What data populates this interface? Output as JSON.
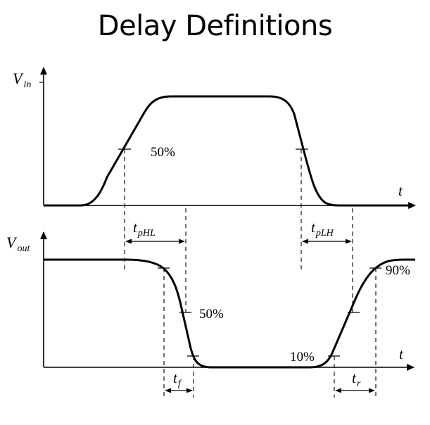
{
  "slide": {
    "title": "Delay Definitions"
  },
  "input_plot": {
    "y_axis": {
      "symbol": "V",
      "subscript": "in"
    },
    "x_axis": {
      "symbol": "t"
    },
    "marker_label": "50%"
  },
  "output_plot": {
    "y_axis": {
      "symbol": "V",
      "subscript": "out"
    },
    "x_axis": {
      "symbol": "t"
    },
    "marker_labels": {
      "mid": "50%",
      "high": "90%",
      "low": "10%"
    }
  },
  "intervals": {
    "tphl": {
      "symbol": "t",
      "subscript": "pHL"
    },
    "tplh": {
      "symbol": "t",
      "subscript": "pLH"
    },
    "tf": {
      "symbol": "t",
      "subscript": "f"
    },
    "tr": {
      "symbol": "t",
      "subscript": "r"
    }
  },
  "colors": {
    "ink": "#000000",
    "background": "#ffffff"
  }
}
